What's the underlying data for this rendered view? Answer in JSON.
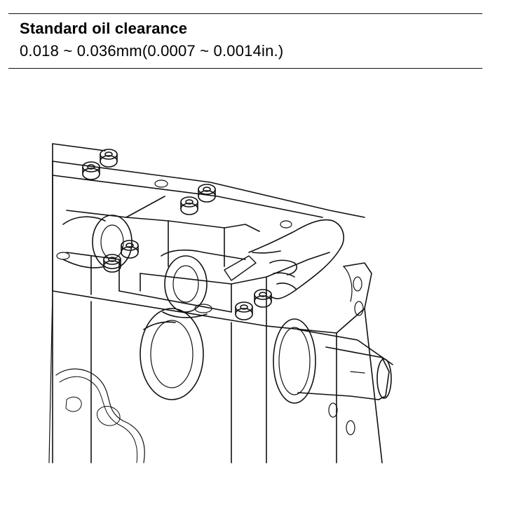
{
  "spec": {
    "title": "Standard oil clearance",
    "value": "0.018 ~ 0.036mm(0.0007 ~ 0.0014in.)"
  },
  "illustration": {
    "subject": "engine-block-bearing-cap-plastigage-check"
  }
}
